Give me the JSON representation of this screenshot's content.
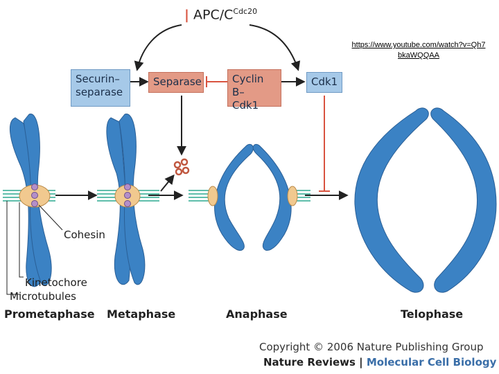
{
  "url_text": "https://www.youtube.com/watch?v=Qh7bkaWQQAA",
  "apc": {
    "inhibit_bar": "|",
    "main": "APC/C",
    "sup": "Cdc20"
  },
  "boxes": {
    "securin": "Securin–\nseparase",
    "separase": "Separase",
    "cyclin": "Cyclin B–\nCdk1",
    "cdk1": "Cdk1"
  },
  "labels": {
    "cohesin": "Cohesin",
    "kinetochore": "Kinetochore",
    "microtubules": "Microtubules"
  },
  "phases": [
    "Prometaphase",
    "Metaphase",
    "Anaphase",
    "Telophase"
  ],
  "footer": {
    "copyright": "Copyright © 2006 Nature Publishing Group",
    "journal_a": "Nature Reviews",
    "separator": " | ",
    "journal_b": "Molecular Cell Biology"
  },
  "colors": {
    "chromosome": "#3b82c4",
    "chromosome_dark": "#2a5f96",
    "kinetochore": "#f1c98f",
    "cohesin": "#b48fc9",
    "microtubule": "#2aa88f",
    "arrow": "#222222",
    "inhibit": "#d9533f",
    "fragment": "#c0573f"
  }
}
